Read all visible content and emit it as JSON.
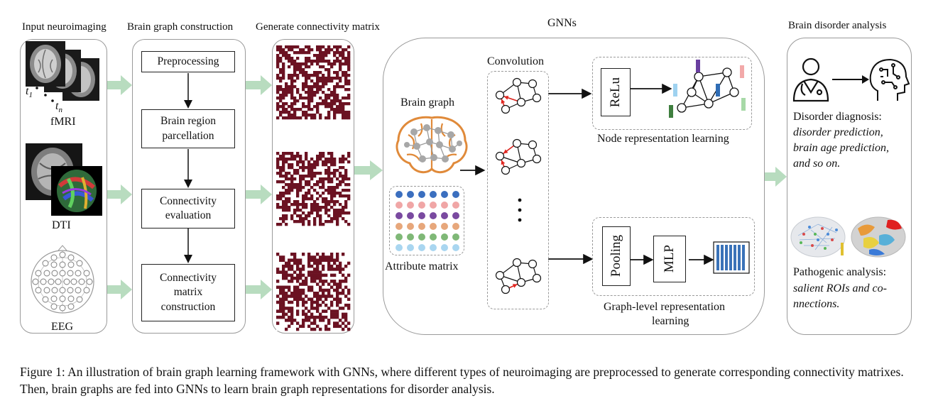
{
  "sections": {
    "input": "Input neuroimaging",
    "construction": "Brain graph construction",
    "matrix": "Generate connectivity matrix",
    "gnns": "GNNs",
    "analysis": "Brain disorder analysis"
  },
  "modalities": {
    "fmri": "fMRI",
    "t1": "t",
    "t1_sub": "1",
    "tn": "t",
    "tn_sub": "n",
    "dti": "DTI",
    "eeg": "EEG"
  },
  "steps": [
    "Preprocessing",
    "Brain region\nparcellation",
    "Connectivity\nevaluation",
    "Connectivity\nmatrix\nconstruction"
  ],
  "gnn": {
    "brain_graph": "Brain graph",
    "attribute_matrix": "Attribute matrix",
    "convolution": "Convolution",
    "relu": "ReLu",
    "node_rep": "Node representation learning",
    "pooling": "Pooling",
    "mlp": "MLP",
    "graph_rep_line1": "Graph-level representation",
    "graph_rep_line2": "learning"
  },
  "analysis": {
    "diagnosis_title": "Disorder diagnosis:",
    "diagnosis_l1": "disorder prediction,",
    "diagnosis_l2": "brain age prediction,",
    "diagnosis_l3": "and so on.",
    "pathogenic_title": "Pathogenic analysis:",
    "pathogenic_l1": "salient ROIs and co-",
    "pathogenic_l2": "nnections."
  },
  "caption": "Figure 1: An illustration of brain graph learning framework with GNNs, where different types of neuroimaging are preprocessed to generate corresponding connectivity matrixes. Then, brain graphs are fed into GNNs to learn brain graph representations for disorder analysis.",
  "colors": {
    "matrix": "#6b1222",
    "arrow_green": "#b8dcbf",
    "brain_orange": "#e08a3a",
    "node_grey": "#a7a7a7",
    "edge_red": "#e0251f",
    "vector_blue": "#3a72b8"
  },
  "attribute_rows": [
    "#3b6fbf",
    "#f0a6a6",
    "#7a4aa0",
    "#e7a77b",
    "#7fb877",
    "#a9d6f0"
  ],
  "node_bars": [
    "#6a3fa0",
    "#f2a9a9",
    "#9fd2f0",
    "#2f6db5",
    "#3f7f3f",
    "#a7d9a7"
  ]
}
